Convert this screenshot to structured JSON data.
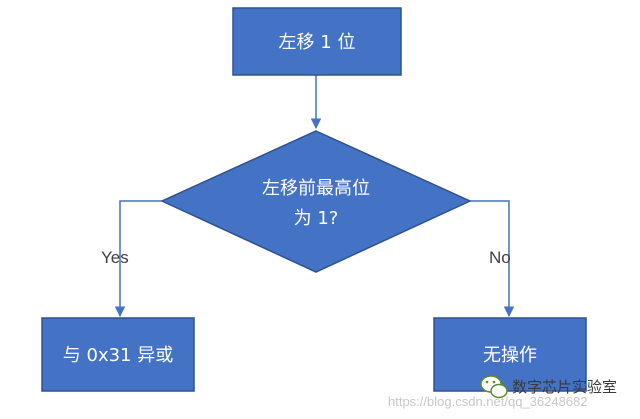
{
  "colors": {
    "node_fill": "#4472C4",
    "node_stroke": "#2F528F",
    "edge": "#4472C4",
    "edge_label": "#404040",
    "watermark_icon": "#5a8a2a"
  },
  "nodes": {
    "start": {
      "label": "左移 1 位"
    },
    "decision": {
      "line1": "左移前最高位",
      "line2": "为 1?"
    },
    "yes_action": {
      "label": "与 0x31 异或"
    },
    "no_action": {
      "label": "无操作"
    }
  },
  "edges": {
    "yes_label": "Yes",
    "no_label": "No"
  },
  "watermark": {
    "icon": "wechat-icon",
    "text": "数字芯片实验室",
    "url": "https://blog.csdn.net/qq_36248682"
  }
}
